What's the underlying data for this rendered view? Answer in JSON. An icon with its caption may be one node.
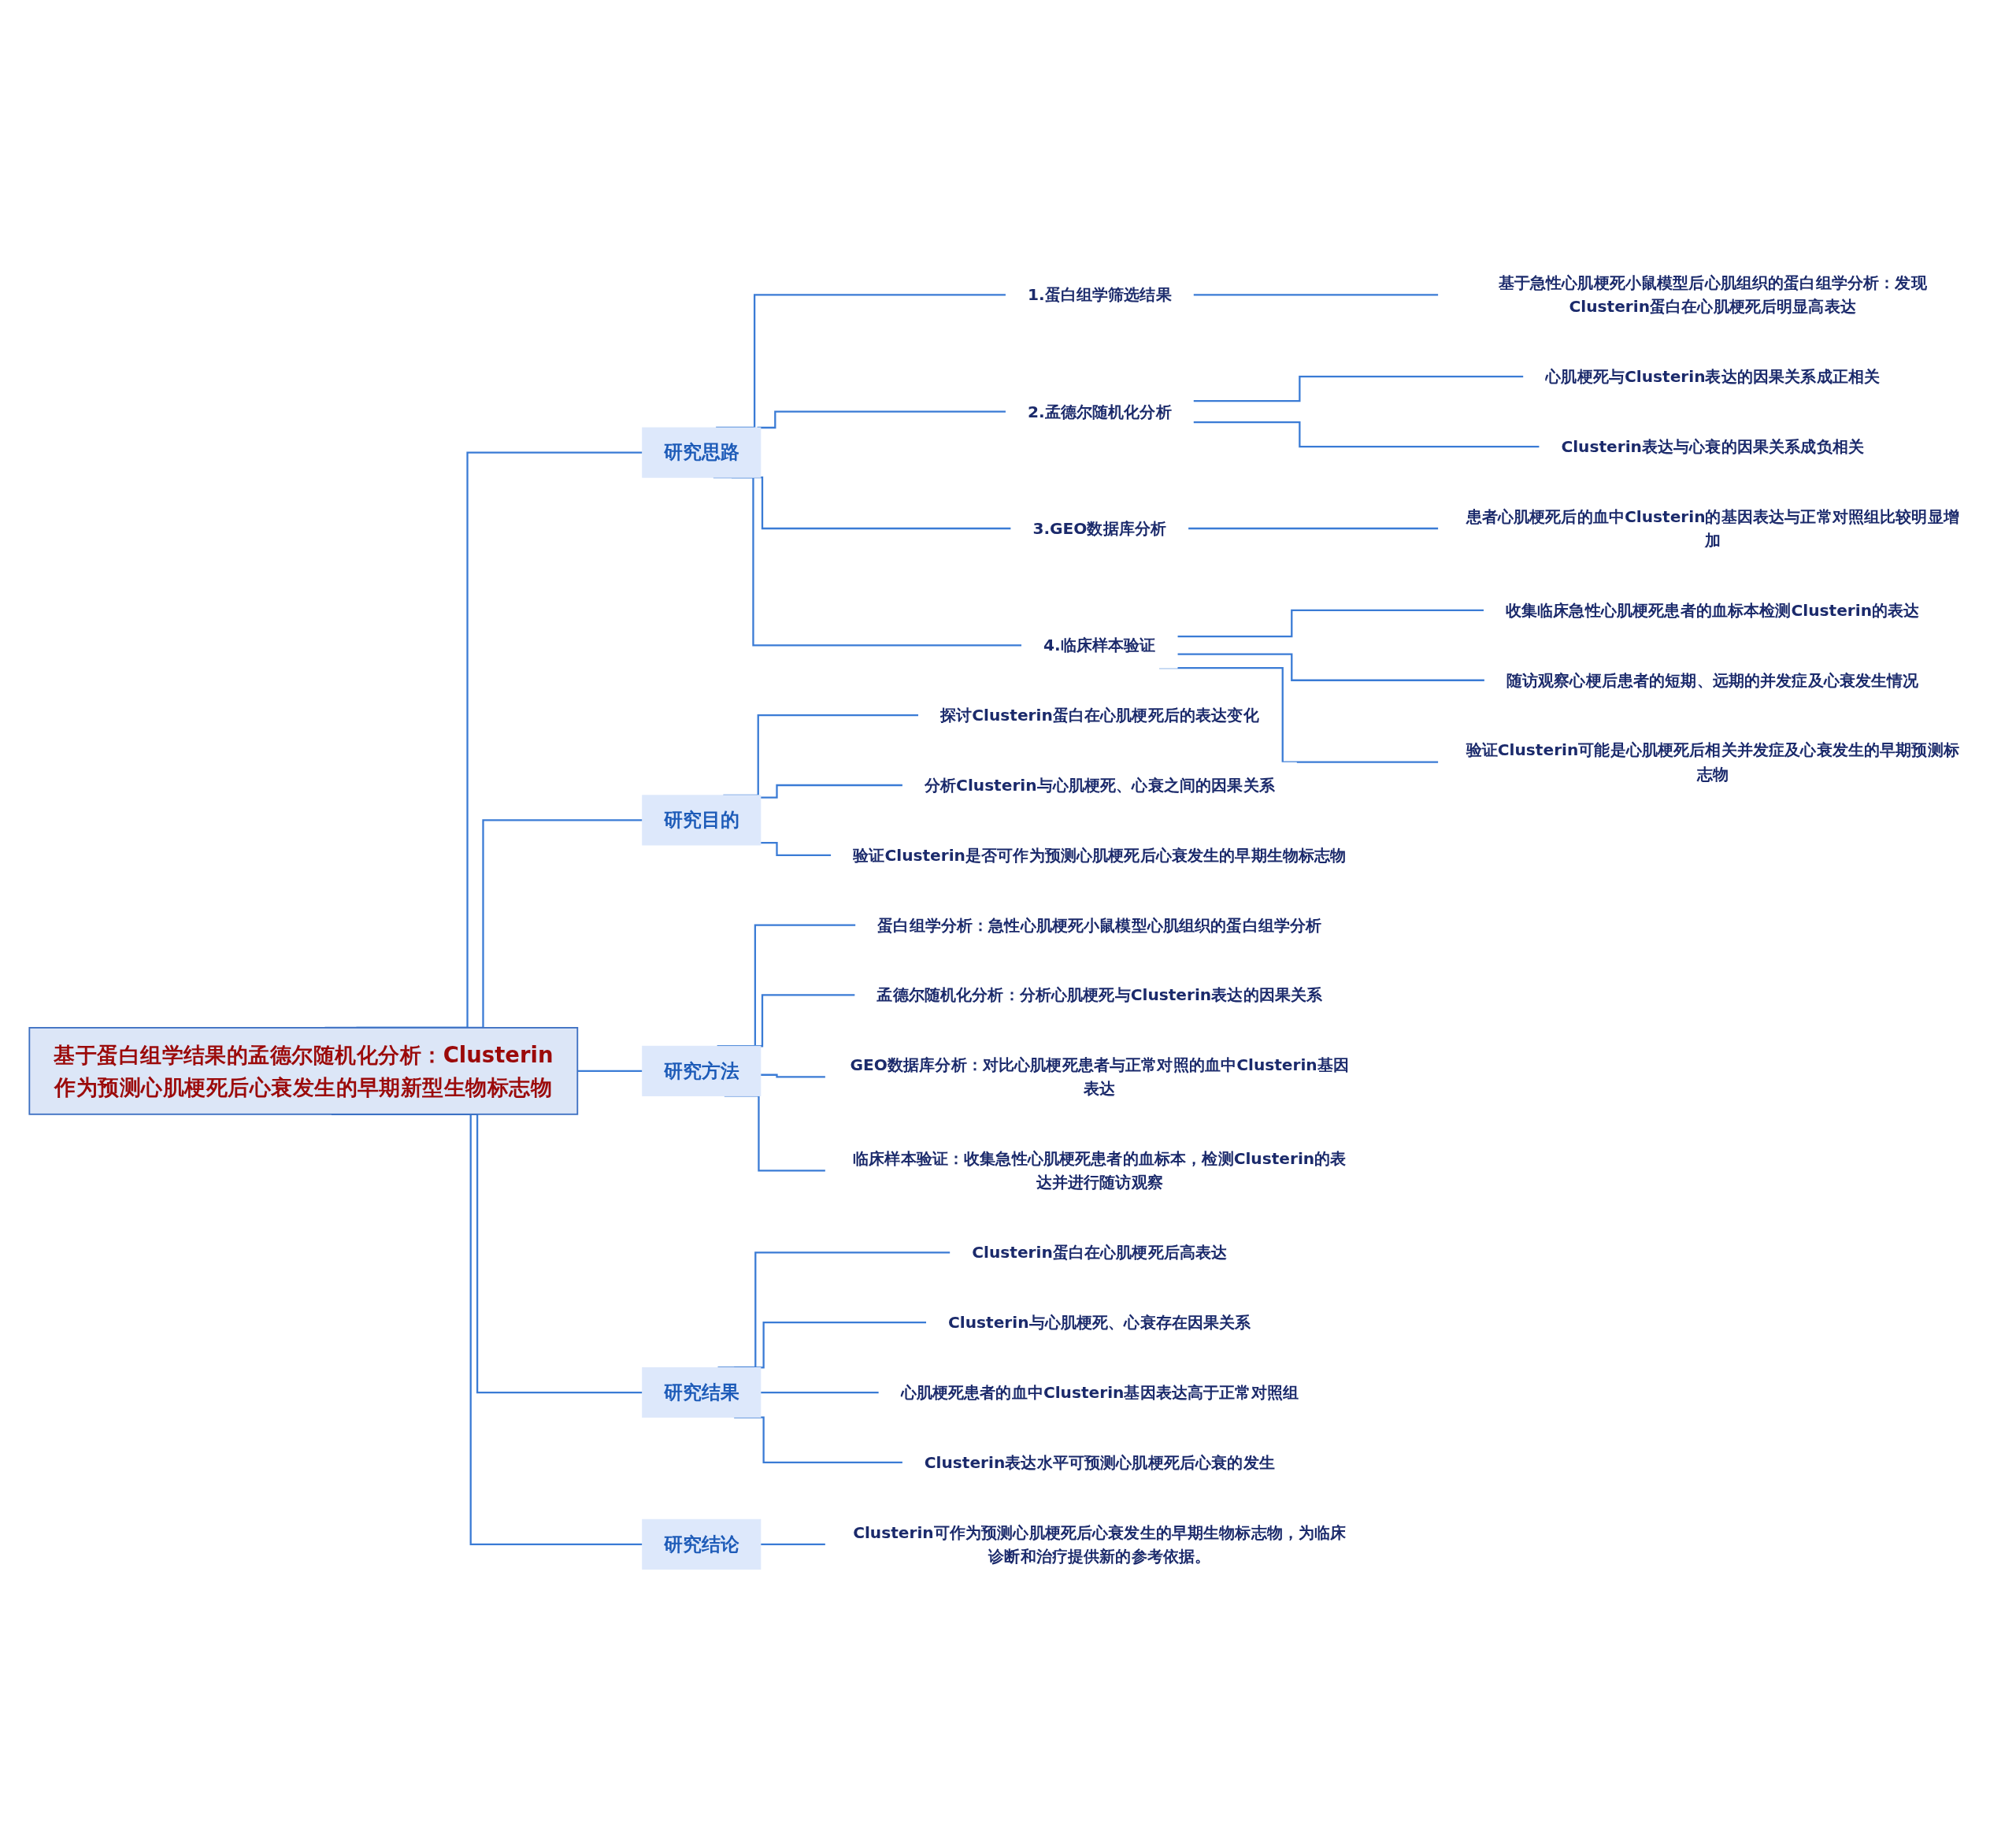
{
  "diagram": {
    "nodes": [
      {
        "text": [
          "基于蛋白组学结果的孟德尔随机化分析：Clusterin作为预测心肌梗死后心衰发生的早期新型生物标志物"
        ]
      },
      {
        "text": [
          "研究思路"
        ]
      },
      {
        "text": [
          "1.蛋白组学筛选结果"
        ]
      },
      {
        "text": [
          "基于急性心肌梗死小鼠模型后心肌组织的蛋白组学分析：发现Clusterin蛋白在心肌梗死后明显高表达"
        ]
      },
      {
        "text": [
          "2.孟德尔随机化分析"
        ]
      },
      {
        "text": [
          "心肌梗死与Clusterin表达的因果关系成正相关"
        ]
      },
      {
        "text": [
          "Clusterin表达与心衰的因果关系成负相关"
        ]
      },
      {
        "text": [
          "3.GEO数据库分析"
        ]
      },
      {
        "text": [
          "患者心肌梗死后的血中Clusterin的基因表达与正常对照组比较明显增加"
        ]
      },
      {
        "text": [
          "4.临床样本验证"
        ]
      },
      {
        "text": [
          "收集临床急性心肌梗死患者的血标本检测Clusterin的表达"
        ]
      },
      {
        "text": [
          "随访观察心梗后患者的短期、远期的并发症及心衰发生情况"
        ]
      },
      {
        "text": [
          "验证Clusterin可能是心肌梗死后相关并发症及心衰发生的早期预测标志物"
        ]
      },
      {
        "text": [
          "研究目的"
        ]
      },
      {
        "text": [
          "探讨Clusterin蛋白在心肌梗死后的表达变化"
        ]
      },
      {
        "text": [
          "分析Clusterin与心肌梗死、心衰之间的因果关系"
        ]
      },
      {
        "text": [
          "验证Clusterin是否可作为预测心肌梗死后心衰发生的早期生物标志物"
        ]
      },
      {
        "text": [
          "研究方法"
        ]
      },
      {
        "text": [
          "蛋白组学分析：急性心肌梗死小鼠模型心肌组织的蛋白组学分析"
        ]
      },
      {
        "text": [
          "孟德尔随机化分析：分析心肌梗死与Clusterin表达的因果关系"
        ]
      },
      {
        "text": [
          "GEO数据库分析：对比心肌梗死患者与正常对照的血中Clusterin基因表达"
        ]
      },
      {
        "text": [
          "临床样本验证：收集急性心肌梗死患者的血标本，检测Clusterin的表达并进行随访观察"
        ]
      },
      {
        "text": [
          "研究结果"
        ]
      },
      {
        "text": [
          "Clusterin蛋白在心肌梗死后高表达"
        ]
      },
      {
        "text": [
          "Clusterin与心肌梗死、心衰存在因果关系"
        ]
      },
      {
        "text": [
          "心肌梗死患者的血中Clusterin基因表达高于正常对照组"
        ]
      },
      {
        "text": [
          "Clusterin表达水平可预测心肌梗死后心衰的发生"
        ]
      },
      {
        "text": [
          "研究结论"
        ]
      },
      {
        "text": [
          "Clusterin可作为预测心肌梗死后心衰发生的早期生物标志物，为临床诊断和治疗提供新的参考依据。"
        ]
      }
    ],
    "edges": [
      {
        "from": 0,
        "to": 1,
        "arrow": "none"
      },
      {
        "from": 1,
        "to": 2,
        "arrow": "none"
      },
      {
        "from": 2,
        "to": 3,
        "arrow": "none"
      },
      {
        "from": 1,
        "to": 4,
        "arrow": "none"
      },
      {
        "from": 4,
        "to": 5,
        "arrow": "none"
      },
      {
        "from": 4,
        "to": 6,
        "arrow": "none"
      },
      {
        "from": 1,
        "to": 7,
        "arrow": "none"
      },
      {
        "from": 7,
        "to": 8,
        "arrow": "none"
      },
      {
        "from": 1,
        "to": 9,
        "arrow": "none"
      },
      {
        "from": 9,
        "to": 10,
        "arrow": "none"
      },
      {
        "from": 9,
        "to": 11,
        "arrow": "none"
      },
      {
        "from": 9,
        "to": 12,
        "arrow": "none"
      },
      {
        "from": 0,
        "to": 13,
        "arrow": "none"
      },
      {
        "from": 13,
        "to": 14,
        "arrow": "none"
      },
      {
        "from": 13,
        "to": 15,
        "arrow": "none"
      },
      {
        "from": 13,
        "to": 16,
        "arrow": "none"
      },
      {
        "from": 0,
        "to": 17,
        "arrow": "none"
      },
      {
        "from": 17,
        "to": 18,
        "arrow": "none"
      },
      {
        "from": 17,
        "to": 19,
        "arrow": "none"
      },
      {
        "from": 17,
        "to": 20,
        "arrow": "none"
      },
      {
        "from": 17,
        "to": 21,
        "arrow": "none"
      },
      {
        "from": 0,
        "to": 22,
        "arrow": "none"
      },
      {
        "from": 22,
        "to": 23,
        "arrow": "none"
      },
      {
        "from": 22,
        "to": 24,
        "arrow": "none"
      },
      {
        "from": 22,
        "to": 25,
        "arrow": "none"
      },
      {
        "from": 22,
        "to": 26,
        "arrow": "none"
      },
      {
        "from": 0,
        "to": 27,
        "arrow": "none"
      },
      {
        "from": 27,
        "to": 28,
        "arrow": "none"
      }
    ]
  }
}
